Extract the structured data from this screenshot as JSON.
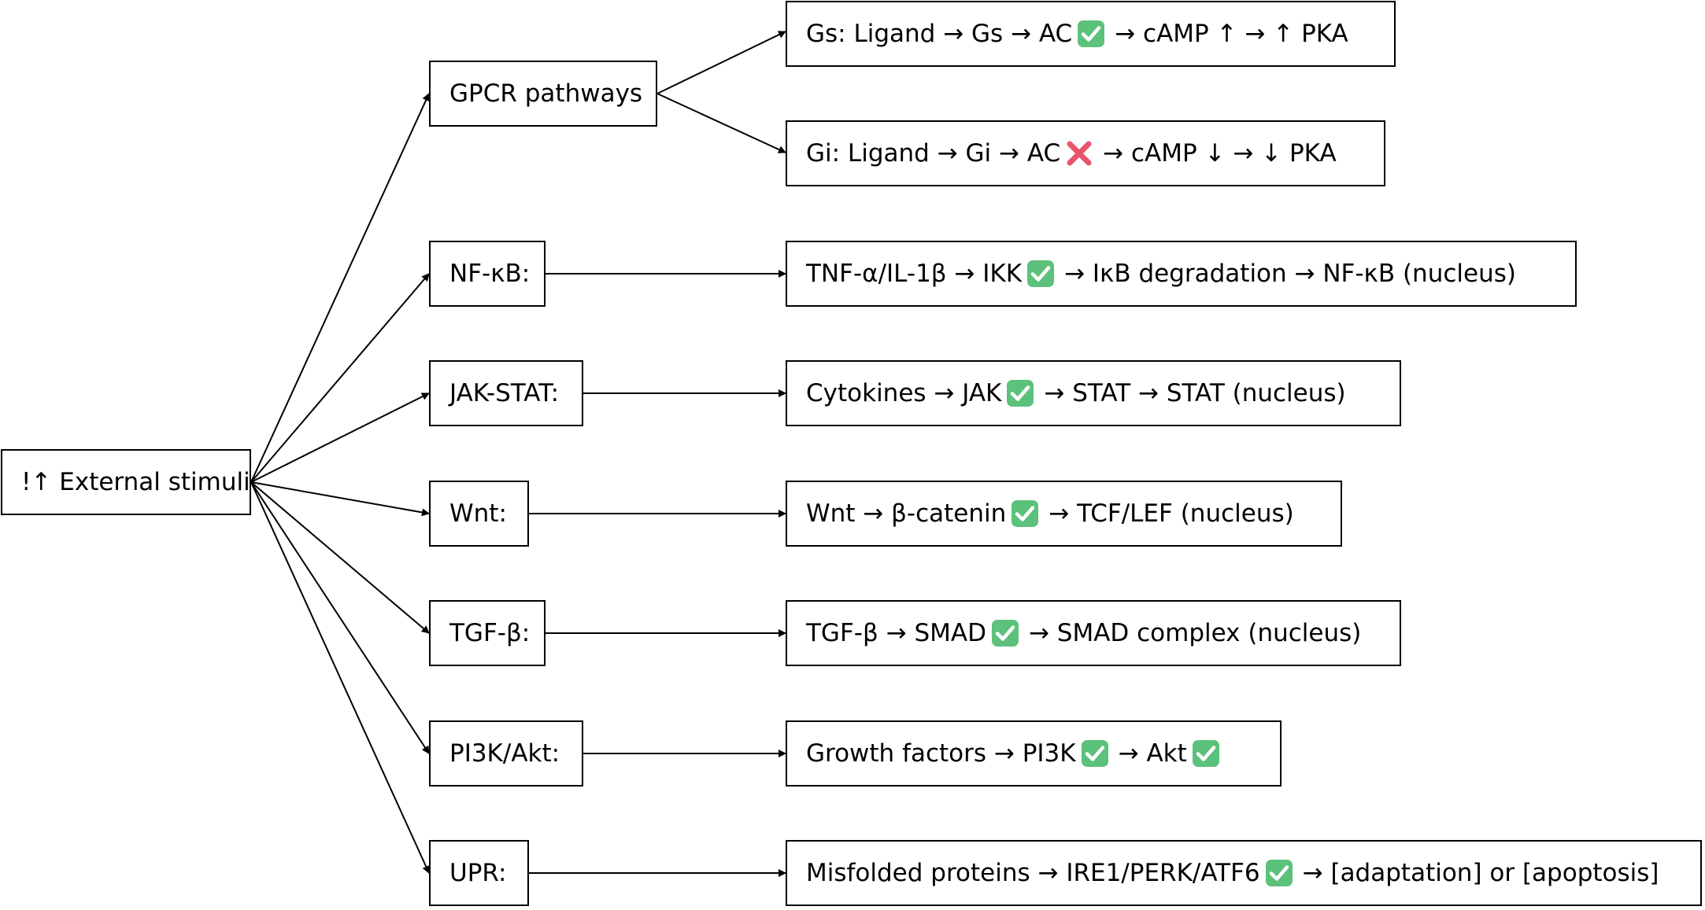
{
  "root": {
    "label": "!↑ External stimuli"
  },
  "categories": [
    {
      "id": "gpcr",
      "label": "GPCR pathways"
    },
    {
      "id": "nfkb",
      "label": "NF-κB:"
    },
    {
      "id": "jakstat",
      "label": "JAK-STAT:"
    },
    {
      "id": "wnt",
      "label": "Wnt:"
    },
    {
      "id": "tgfb",
      "label": "TGF-β:"
    },
    {
      "id": "pi3k",
      "label": "PI3K/Akt:"
    },
    {
      "id": "upr",
      "label": "UPR:"
    }
  ],
  "pathways": [
    {
      "id": "gs",
      "parent": "gpcr",
      "parts": [
        {
          "text": "Gs: Ligand → Gs → AC"
        },
        {
          "icon": "check-mark-icon"
        },
        {
          "text": "→ cAMP ↑ → ↑ PKA"
        }
      ]
    },
    {
      "id": "gi",
      "parent": "gpcr",
      "parts": [
        {
          "text": "Gi: Ligand → Gi → AC"
        },
        {
          "icon": "cross-mark-icon"
        },
        {
          "text": "→ cAMP ↓ → ↓ PKA"
        }
      ]
    },
    {
      "id": "nfkb-path",
      "parent": "nfkb",
      "parts": [
        {
          "text": "TNF-α/IL-1β → IKK"
        },
        {
          "icon": "check-mark-icon"
        },
        {
          "text": "→ IκB degradation → NF-κB (nucleus)"
        }
      ]
    },
    {
      "id": "jakstat-path",
      "parent": "jakstat",
      "parts": [
        {
          "text": "Cytokines → JAK"
        },
        {
          "icon": "check-mark-icon"
        },
        {
          "text": "→ STAT → STAT (nucleus)"
        }
      ]
    },
    {
      "id": "wnt-path",
      "parent": "wnt",
      "parts": [
        {
          "text": "Wnt → β-catenin"
        },
        {
          "icon": "check-mark-icon"
        },
        {
          "text": "→ TCF/LEF (nucleus)"
        }
      ]
    },
    {
      "id": "tgfb-path",
      "parent": "tgfb",
      "parts": [
        {
          "text": "TGF-β → SMAD"
        },
        {
          "icon": "check-mark-icon"
        },
        {
          "text": "→ SMAD complex (nucleus)"
        }
      ]
    },
    {
      "id": "pi3k-path",
      "parent": "pi3k",
      "parts": [
        {
          "text": "Growth factors → PI3K"
        },
        {
          "icon": "check-mark-icon"
        },
        {
          "text": "→ Akt"
        },
        {
          "icon": "check-mark-icon"
        }
      ]
    },
    {
      "id": "upr-path",
      "parent": "upr",
      "parts": [
        {
          "text": "Misfolded proteins → IRE1/PERK/ATF6"
        },
        {
          "icon": "check-mark-icon"
        },
        {
          "text": "→ [adaptation] or [apoptosis]"
        }
      ]
    }
  ],
  "colors": {
    "check": "#5cc17a",
    "cross": "#e8546d",
    "line": "#000000"
  }
}
